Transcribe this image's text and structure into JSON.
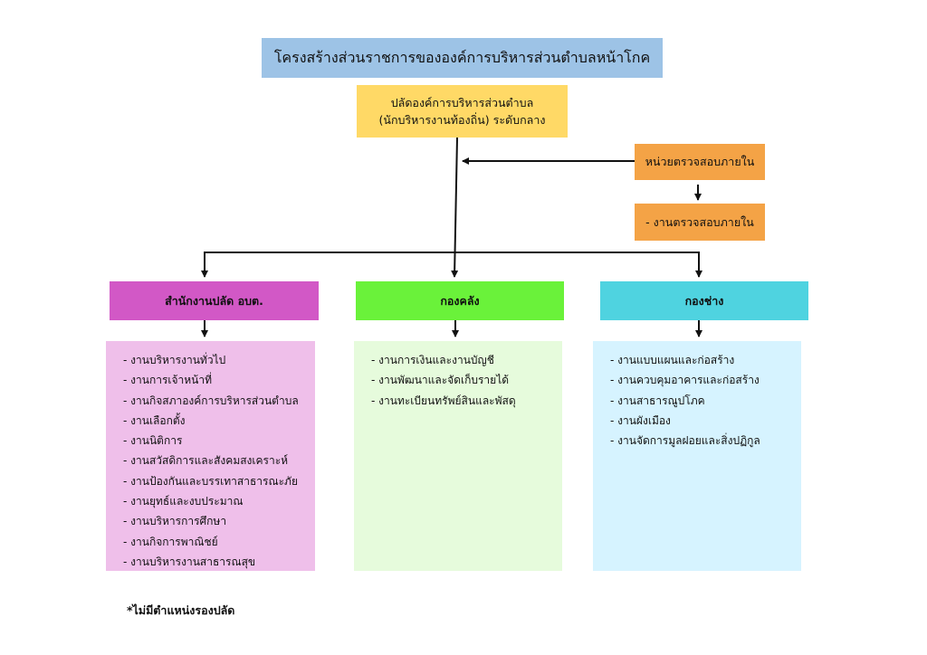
{
  "title": "โครงสร้างส่วนราชการขององค์การบริหารส่วนตำบลหน้าโกค",
  "chief": {
    "line1": "ปลัดองค์การบริหารส่วนตำบล",
    "line2": "(นักบริหารงานท้องถิ่น) ระดับกลาง"
  },
  "audit": {
    "unit": "หน่วยตรวจสอบภายใน",
    "task": "- งานตรวจสอบภายใน"
  },
  "departments": [
    {
      "name": "สำนักงานปลัด อบต.",
      "tasks": [
        "- งานบริหารงานทั่วไป",
        "- งานการเจ้าหน้าที่",
        "- งานกิจสภาองค์การบริหารส่วนตำบล",
        "- งานเลือกตั้ง",
        "- งานนิติการ",
        "- งานสวัสดิการและสังคมสงเคราะห์",
        "- งานป้องกันและบรรเทาสาธารณะภัย",
        "- งานยุทธ์และงบประมาณ",
        "- งานบริหารการศึกษา",
        "- งานกิจการพาณิชย์",
        "- งานบริหารงานสาธารณสุข"
      ]
    },
    {
      "name": "กองคลัง",
      "tasks": [
        "- งานการเงินและงานบัญชี",
        "- งานพัฒนาและจัดเก็บรายได้",
        "- งานทะเบียนทรัพย์สินและพัสดุ"
      ]
    },
    {
      "name": "กองช่าง",
      "tasks": [
        "- งานแบบแผนและก่อสร้าง",
        "- งานควบคุมอาคารและก่อสร้าง",
        "- งานสาธารณูปโภค",
        "- งานผังเมือง",
        "- งานจัดการมูลฝอยและสิ่งปฏิกูล"
      ]
    }
  ],
  "note": "*ไม่มีตำแหน่งรองปลัด",
  "colors": {
    "title": "#9dc3e6",
    "chief": "#ffd966",
    "audit": "#f4a346",
    "office": "#d258c6",
    "office_tasks": "#efbfea",
    "finance": "#6af23a",
    "finance_tasks": "#e6fbdc",
    "engineering": "#4fd3e0",
    "engineering_tasks": "#d6f3ff",
    "line": "#111111"
  }
}
